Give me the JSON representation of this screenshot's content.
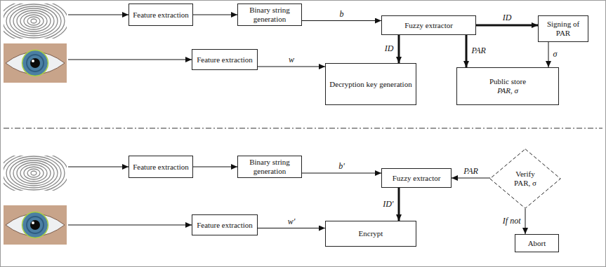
{
  "diagram": {
    "nodes": [
      {
        "text": [
          "Feature extraction"
        ]
      },
      {
        "text": [
          "Binary string generation"
        ]
      },
      {
        "text": [
          "Fuzzy extractor"
        ]
      },
      {
        "text": [
          "Signing of PAR"
        ]
      },
      {
        "text": [
          "Feature extraction"
        ]
      },
      {
        "text": [
          "Decryption key generation"
        ]
      },
      {
        "text": [
          "Public store",
          "PAR, σ"
        ]
      },
      {
        "text": [
          "Feature extraction"
        ]
      },
      {
        "text": [
          "Binary string generation"
        ]
      },
      {
        "text": [
          "Fuzzy extractor"
        ]
      },
      {
        "text": [
          "Verify PAR, σ"
        ]
      },
      {
        "text": [
          "Feature extraction"
        ]
      },
      {
        "text": [
          "Encrypt"
        ]
      },
      {
        "text": [
          "Abort"
        ]
      }
    ],
    "edges": [
      {
        "from": 0,
        "to": 1,
        "arrow": "to"
      },
      {
        "from": 1,
        "to": 2,
        "label": "b",
        "arrow": "to"
      },
      {
        "from": 2,
        "to": 3,
        "label": "ID",
        "arrow": "to"
      },
      {
        "from": 2,
        "to": 5,
        "label": "ID",
        "arrow": "to"
      },
      {
        "from": 2,
        "to": 6,
        "label": "PAR",
        "arrow": "to"
      },
      {
        "from": 3,
        "to": 6,
        "label": "σ",
        "arrow": "to"
      },
      {
        "from": 4,
        "to": 5,
        "label": "w",
        "arrow": "to"
      },
      {
        "from": 7,
        "to": 8,
        "arrow": "to"
      },
      {
        "from": 8,
        "to": 9,
        "label": "b′",
        "arrow": "to"
      },
      {
        "from": 10,
        "to": 9,
        "label": "PAR",
        "arrow": "to"
      },
      {
        "from": 9,
        "to": 12,
        "label": "ID′",
        "arrow": "to"
      },
      {
        "from": 11,
        "to": 12,
        "label": "w′",
        "arrow": "to"
      },
      {
        "from": 10,
        "to": 13,
        "label": "If not",
        "arrow": "to"
      }
    ]
  }
}
